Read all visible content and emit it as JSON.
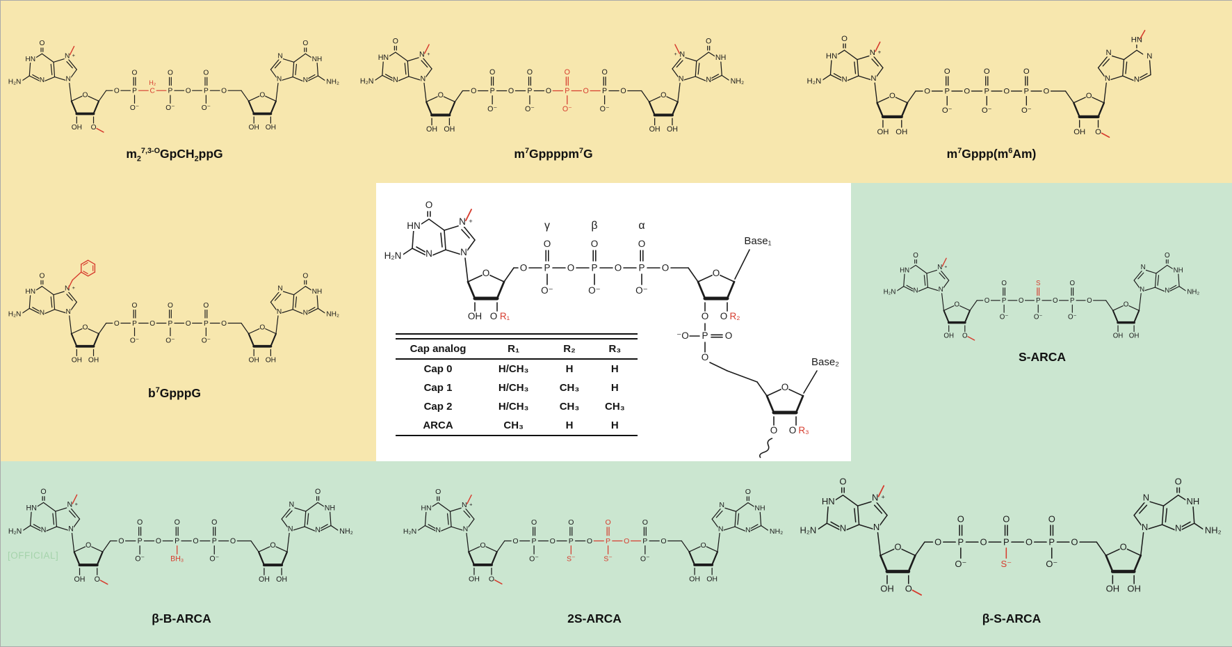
{
  "figure": {
    "watermark": "[OFFICIAL]"
  },
  "colors": {
    "yellow": "#f7e7ae",
    "green": "#cbe6d0",
    "white": "#ffffff",
    "red": "#d63c2e",
    "ink": "#1c1c1c",
    "watermark": "#a5d3ab"
  },
  "atoms": {
    "O": "O",
    "P": "P",
    "N": "N",
    "C": "C",
    "S": "S",
    "HN": "HN",
    "NH": "NH",
    "H2N": "H₂N",
    "NH2": "NH₂",
    "OH": "OH",
    "O_minus": "O⁻",
    "neg_O": "⁻O",
    "plus": "+",
    "H2": "H₂"
  },
  "center": {
    "greek": [
      "γ",
      "β",
      "α"
    ],
    "base1": "Base₁",
    "base2": "Base₂",
    "r1": "R₁",
    "r2": "R₂",
    "r3": "R₃",
    "left_ribose": [
      {
        "t": "OH"
      },
      {
        "t": "O",
        "r": "R₁"
      }
    ],
    "phosphates": [
      {
        "top": "O",
        "bot": "O⁻"
      },
      {
        "top": "O",
        "bot": "O⁻"
      },
      {
        "top": "O",
        "bot": "O⁻"
      }
    ],
    "bridges": [
      {
        "t": "O"
      },
      {
        "t": "O"
      }
    ],
    "table": {
      "headers": [
        "Cap analog",
        "R₁",
        "R₂",
        "R₃"
      ],
      "rows": [
        [
          "Cap 0",
          "H/CH₃",
          "H",
          "H"
        ],
        [
          "Cap 1",
          "H/CH₃",
          "CH₃",
          "H"
        ],
        [
          "Cap 2",
          "H/CH₃",
          "CH₃",
          "CH₃"
        ],
        [
          "ARCA",
          "CH₃",
          "H",
          "H"
        ]
      ]
    }
  },
  "structures": [
    {
      "name": "m2-7-3o-gpch2ppg",
      "bg": "yellow",
      "label": [
        {
          "t": "m"
        },
        {
          "t": "2",
          "sub": true
        },
        {
          "t": "7,3-O",
          "sup": true
        },
        {
          "t": "GpCH"
        },
        {
          "t": "2",
          "sub": true
        },
        {
          "t": "ppG"
        }
      ],
      "left": {
        "base": "m7g",
        "ribose": [
          {
            "t": "OH"
          },
          {
            "t": "O",
            "methyl_red": true
          }
        ]
      },
      "phosphates": [
        {
          "top": "O",
          "bot": "O⁻"
        },
        {
          "top": "O",
          "bot": "O⁻"
        },
        {
          "top": "O",
          "bot": "O⁻"
        }
      ],
      "bridges": [
        {
          "t": "C",
          "above": "H₂",
          "red": true
        },
        {
          "t": "O"
        }
      ],
      "right": {
        "base": "g",
        "ribose": [
          {
            "t": "OH"
          },
          {
            "t": "OH"
          }
        ]
      }
    },
    {
      "name": "m7gppppm7g",
      "bg": "yellow",
      "label": [
        {
          "t": "m"
        },
        {
          "t": "7",
          "sup": true
        },
        {
          "t": "Gppppm"
        },
        {
          "t": "7",
          "sup": true
        },
        {
          "t": "G"
        }
      ],
      "left": {
        "base": "m7g",
        "ribose": [
          {
            "t": "OH"
          },
          {
            "t": "OH"
          }
        ]
      },
      "phosphates": [
        {
          "top": "O",
          "bot": "O⁻"
        },
        {
          "top": "O",
          "bot": "O⁻"
        },
        {
          "top": "O",
          "bot": "O⁻",
          "red": true
        },
        {
          "top": "O",
          "bot": "O⁻"
        }
      ],
      "bridges": [
        {
          "t": "O"
        },
        {
          "t": "O"
        },
        {
          "t": "O",
          "red": true
        }
      ],
      "right": {
        "base": "m7g",
        "ribose": [
          {
            "t": "OH"
          },
          {
            "t": "OH"
          }
        ]
      }
    },
    {
      "name": "m7gppp-m6am",
      "bg": "yellow",
      "label": [
        {
          "t": "m"
        },
        {
          "t": "7",
          "sup": true
        },
        {
          "t": "Gppp(m"
        },
        {
          "t": "6",
          "sup": true
        },
        {
          "t": "Am)"
        }
      ],
      "left": {
        "base": "m7g",
        "ribose": [
          {
            "t": "OH"
          },
          {
            "t": "OH"
          }
        ]
      },
      "phosphates": [
        {
          "top": "O",
          "bot": "O⁻"
        },
        {
          "top": "O",
          "bot": "O⁻"
        },
        {
          "top": "O",
          "bot": "O⁻"
        }
      ],
      "bridges": [
        {
          "t": "O"
        },
        {
          "t": "O"
        }
      ],
      "right": {
        "base": "m6am",
        "ribose": [
          {
            "t": "OH"
          },
          {
            "t": "O",
            "methyl_red": true
          }
        ]
      }
    },
    {
      "name": "b7gpppg",
      "bg": "yellow",
      "vb": "0 -22 640 227",
      "label": [
        {
          "t": "b"
        },
        {
          "t": "7",
          "sup": true
        },
        {
          "t": "GpppG"
        }
      ],
      "left": {
        "base": "b7g",
        "ribose": [
          {
            "t": "OH"
          },
          {
            "t": "OH"
          }
        ]
      },
      "phosphates": [
        {
          "top": "O",
          "bot": "O⁻"
        },
        {
          "top": "O",
          "bot": "O⁻"
        },
        {
          "top": "O",
          "bot": "O⁻"
        }
      ],
      "bridges": [
        {
          "t": "O"
        },
        {
          "t": "O"
        }
      ],
      "right": {
        "base": "g",
        "ribose": [
          {
            "t": "OH"
          },
          {
            "t": "OH"
          }
        ]
      }
    },
    {
      "name": "s-arca",
      "bg": "green",
      "label": [
        {
          "t": "S-ARCA"
        }
      ],
      "left": {
        "base": "m7g",
        "ribose": [
          {
            "t": "OH"
          },
          {
            "t": "O",
            "methyl_red": true
          }
        ]
      },
      "phosphates": [
        {
          "top": "O",
          "bot": "O⁻"
        },
        {
          "top": "S",
          "top_red": true,
          "bot": "O⁻"
        },
        {
          "top": "O",
          "bot": "O⁻"
        }
      ],
      "bridges": [
        {
          "t": "O"
        },
        {
          "t": "O"
        }
      ],
      "right": {
        "base": "g",
        "ribose": [
          {
            "t": "OH"
          },
          {
            "t": "OH"
          }
        ]
      }
    },
    {
      "name": "beta-b-arca",
      "bg": "green",
      "label": [
        {
          "t": "β-B-ARCA"
        }
      ],
      "left": {
        "base": "m7g",
        "ribose": [
          {
            "t": "OH"
          },
          {
            "t": "O",
            "methyl_red": true
          }
        ]
      },
      "phosphates": [
        {
          "top": "O",
          "bot": "O⁻"
        },
        {
          "top": "O",
          "bot": "BH₃",
          "bot_red": true
        },
        {
          "top": "O",
          "bot": "O⁻"
        }
      ],
      "bridges": [
        {
          "t": "O"
        },
        {
          "t": "O"
        }
      ],
      "right": {
        "base": "g",
        "ribose": [
          {
            "t": "OH"
          },
          {
            "t": "OH"
          }
        ]
      }
    },
    {
      "name": "2s-arca",
      "bg": "green",
      "label": [
        {
          "t": "2S-ARCA"
        }
      ],
      "left": {
        "base": "m7g",
        "ribose": [
          {
            "t": "OH"
          },
          {
            "t": "O",
            "methyl_red": true
          }
        ]
      },
      "phosphates": [
        {
          "top": "O",
          "bot": "O⁻"
        },
        {
          "top": "O",
          "bot": "S⁻",
          "bot_red": true
        },
        {
          "top": "O",
          "bot": "S⁻",
          "bot_red": true,
          "red": true
        },
        {
          "top": "O",
          "bot": "O⁻"
        }
      ],
      "bridges": [
        {
          "t": "O"
        },
        {
          "t": "O"
        },
        {
          "t": "O",
          "red": true
        }
      ],
      "right": {
        "base": "g",
        "ribose": [
          {
            "t": "OH"
          },
          {
            "t": "OH"
          }
        ]
      }
    },
    {
      "name": "beta-s-arca",
      "bg": "green",
      "label": [
        {
          "t": "β-S-ARCA"
        }
      ],
      "left": {
        "base": "m7g",
        "ribose": [
          {
            "t": "OH"
          },
          {
            "t": "O",
            "methyl_red": true
          }
        ]
      },
      "phosphates": [
        {
          "top": "O",
          "bot": "O⁻"
        },
        {
          "top": "O",
          "bot": "S⁻",
          "bot_red": true
        },
        {
          "top": "O",
          "bot": "O⁻"
        }
      ],
      "bridges": [
        {
          "t": "O"
        },
        {
          "t": "O"
        }
      ],
      "right": {
        "base": "g",
        "ribose": [
          {
            "t": "OH"
          },
          {
            "t": "OH"
          }
        ]
      }
    }
  ]
}
